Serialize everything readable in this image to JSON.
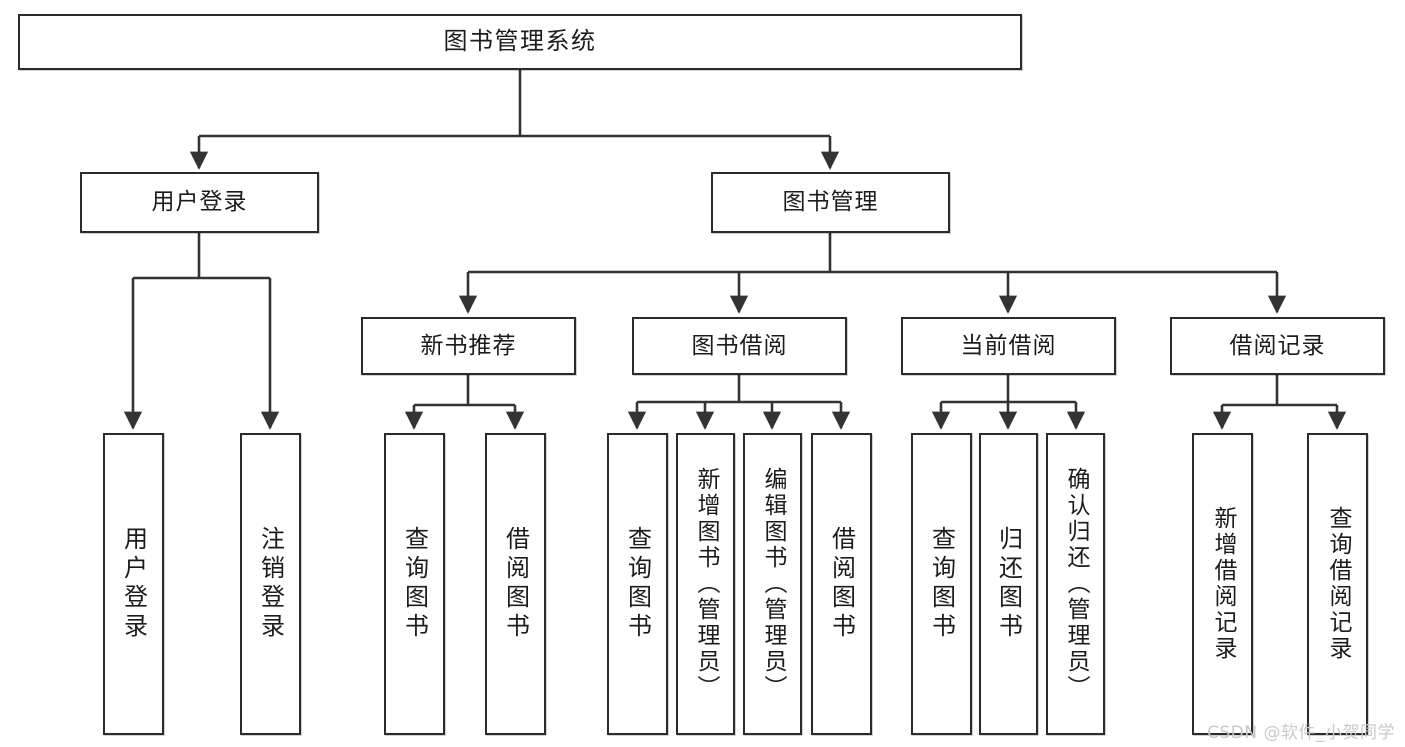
{
  "diagram": {
    "title": "图书管理系统",
    "type": "tree-hierarchy",
    "orientation": "top-down",
    "background_color": "#ffffff",
    "box_border_color": "#2b2b2b",
    "connector_color": "#333333",
    "text_color": "#1c1c1c",
    "watermark": "CSDN @软件_小贺同学",
    "nodes": {
      "root": {
        "label": "图书管理系统"
      },
      "level1": [
        {
          "id": "user-login",
          "label": "用户登录"
        },
        {
          "id": "book-manage",
          "label": "图书管理"
        }
      ],
      "level2": [
        {
          "id": "new-book-rec",
          "label": "新书推荐"
        },
        {
          "id": "book-borrow",
          "label": "图书借阅"
        },
        {
          "id": "current-borrow",
          "label": "当前借阅"
        },
        {
          "id": "borrow-record",
          "label": "借阅记录"
        }
      ],
      "leaves": {
        "user_login": [
          {
            "id": "leaf-user-login",
            "label": "用户登录"
          },
          {
            "id": "leaf-logout-login",
            "label": "注销登录"
          }
        ],
        "new_book_rec": [
          {
            "id": "leaf-query-book-1",
            "label": "查询图书"
          },
          {
            "id": "leaf-borrow-book-1",
            "label": "借阅图书"
          }
        ],
        "book_borrow": [
          {
            "id": "leaf-query-book-2",
            "label": "查询图书"
          },
          {
            "id": "leaf-add-book",
            "label": "新增图书（管理员）"
          },
          {
            "id": "leaf-edit-book",
            "label": "编辑图书（管理员）"
          },
          {
            "id": "leaf-borrow-book-2",
            "label": "借阅图书"
          }
        ],
        "current_borrow": [
          {
            "id": "leaf-query-book-3",
            "label": "查询图书"
          },
          {
            "id": "leaf-return-book",
            "label": "归还图书"
          },
          {
            "id": "leaf-confirm-return",
            "label": "确认归还（管理员）"
          }
        ],
        "borrow_record": [
          {
            "id": "leaf-add-record",
            "label": "新增借阅记录"
          },
          {
            "id": "leaf-query-record",
            "label": "查询借阅记录"
          }
        ]
      }
    }
  }
}
